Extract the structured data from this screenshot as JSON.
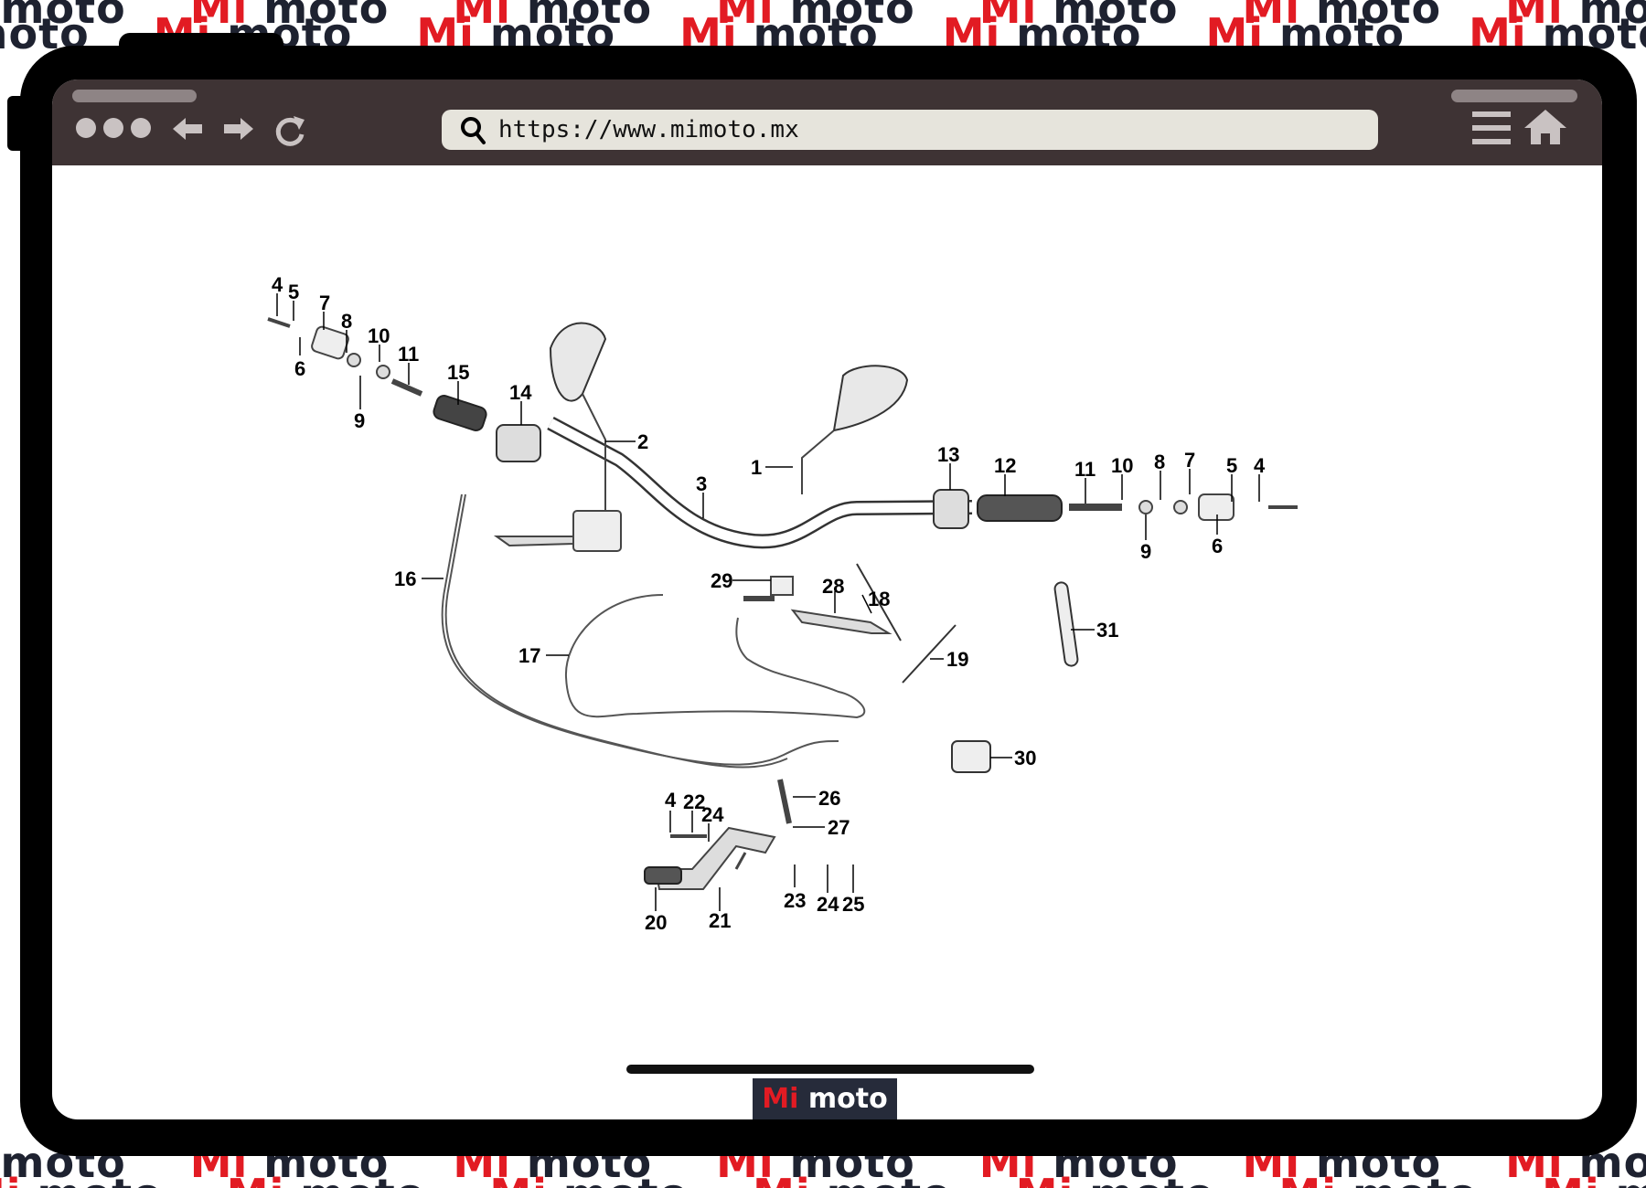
{
  "background": {
    "watermark_first": "Mi",
    "watermark_second": "moto",
    "colors": {
      "red": "#e21b23",
      "navy": "#1e2230"
    }
  },
  "browser": {
    "url": "https://www.mimoto.mx",
    "icons": [
      "search-icon",
      "back-arrow-icon",
      "forward-arrow-icon",
      "reload-icon",
      "menu-icon",
      "home-icon"
    ],
    "bar_color": "#3e3334"
  },
  "diagram": {
    "part_numbers": {
      "p1": "1",
      "p2": "2",
      "p3": "3",
      "p4a": "4",
      "p5a": "5",
      "p6a": "6",
      "p7a": "7",
      "p8a": "8",
      "p9a": "9",
      "p10a": "10",
      "p11a": "11",
      "p12": "12",
      "p13": "13",
      "p14": "14",
      "p15": "15",
      "p16": "16",
      "p17": "17",
      "p18": "18",
      "p19": "19",
      "p20": "20",
      "p21": "21",
      "p22": "22",
      "p23": "23",
      "p24a": "24",
      "p24b": "24",
      "p25": "25",
      "p26": "26",
      "p27": "27",
      "p28": "28",
      "p29": "29",
      "p30": "30",
      "p31": "31",
      "p4b": "4",
      "p5b": "5",
      "p6b": "6",
      "p7b": "7",
      "p8b": "8",
      "p9b": "9",
      "p10b": "10",
      "p11b": "11",
      "p4c": "4"
    }
  },
  "brand": {
    "first": "Mi",
    "second": "moto"
  }
}
